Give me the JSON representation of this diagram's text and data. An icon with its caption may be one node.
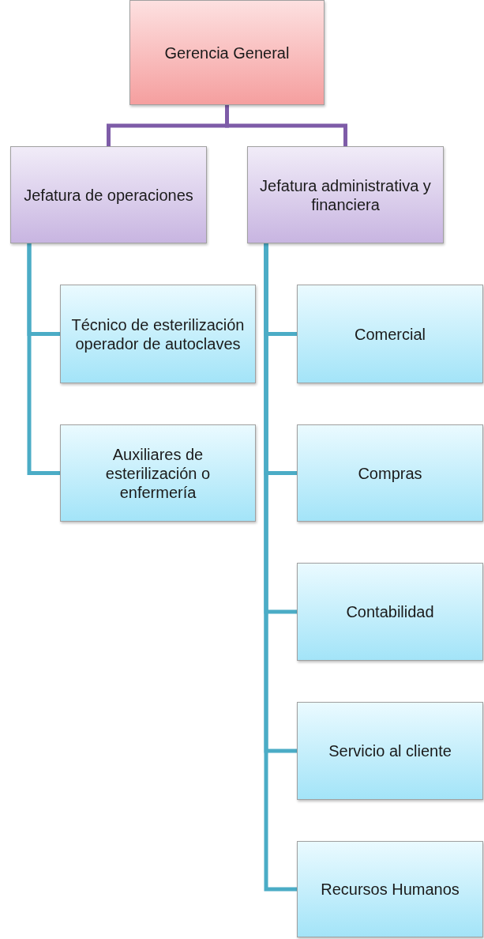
{
  "diagram": {
    "nodes": [
      {
        "text": [
          "Gerencia General"
        ]
      },
      {
        "text": [
          "Jefatura de operaciones"
        ]
      },
      {
        "text": [
          "Jefatura administrativa y financiera"
        ]
      },
      {
        "text": [
          "Técnico de esterilización operador de autoclaves"
        ]
      },
      {
        "text": [
          "Auxiliares de esterilización o enfermería"
        ]
      },
      {
        "text": [
          "Comercial"
        ]
      },
      {
        "text": [
          "Compras"
        ]
      },
      {
        "text": [
          "Contabilidad"
        ]
      },
      {
        "text": [
          "Servicio al cliente"
        ]
      },
      {
        "text": [
          "Recursos Humanos"
        ]
      }
    ],
    "edges": [
      {
        "from": 0,
        "to": 1,
        "arrow": "none",
        "color": "#7e5ca8"
      },
      {
        "from": 0,
        "to": 2,
        "arrow": "none",
        "color": "#7e5ca8"
      },
      {
        "from": 1,
        "to": 3,
        "arrow": "none"
      },
      {
        "from": 1,
        "to": 4,
        "arrow": "none"
      },
      {
        "from": 2,
        "to": 5,
        "arrow": "none"
      },
      {
        "from": 2,
        "to": 6,
        "arrow": "none"
      },
      {
        "from": 2,
        "to": 7,
        "arrow": "none"
      },
      {
        "from": 2,
        "to": 8,
        "arrow": "none"
      },
      {
        "from": 2,
        "to": 9,
        "arrow": "none"
      }
    ]
  }
}
